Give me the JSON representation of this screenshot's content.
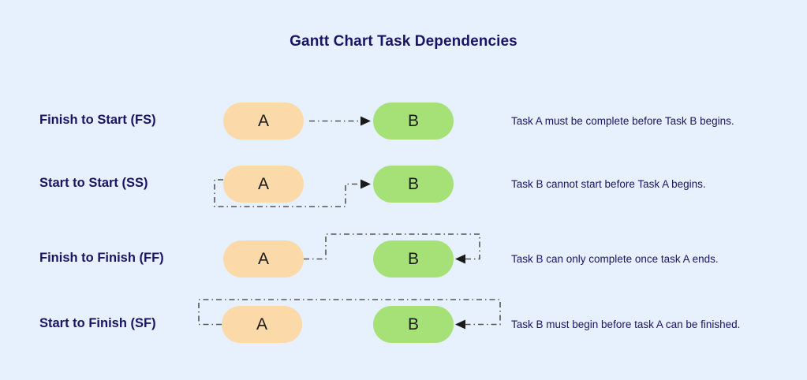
{
  "title": "Gantt Chart Task Dependencies",
  "colors": {
    "background": "#e6f1fd",
    "task_a": "#fbd9a8",
    "task_b": "#a6e178",
    "text": "#1b1464",
    "connector": "#555555"
  },
  "rows": [
    {
      "id": "finish-to-start",
      "label": "Finish to Start (FS)",
      "task_a": "A",
      "task_b": "B",
      "description": "Task A must be complete before Task B begins."
    },
    {
      "id": "start-to-start",
      "label": "Start to Start (SS)",
      "task_a": "A",
      "task_b": "B",
      "description": "Task B cannot start before Task A begins."
    },
    {
      "id": "finish-to-finish",
      "label": "Finish to Finish (FF)",
      "task_a": "A",
      "task_b": "B",
      "description": "Task B can only complete once task A ends."
    },
    {
      "id": "start-to-finish",
      "label": "Start to Finish (SF)",
      "task_a": "A",
      "task_b": "B",
      "description": "Task B must begin before task A can be finished."
    }
  ],
  "chart_data": {
    "type": "diagram",
    "title": "Gantt Chart Task Dependencies",
    "dependency_types": [
      {
        "code": "FS",
        "name": "Finish to Start",
        "from": "A",
        "to": "B",
        "from_anchor": "finish",
        "to_anchor": "start",
        "description": "Task A must be complete before Task B begins."
      },
      {
        "code": "SS",
        "name": "Start to Start",
        "from": "A",
        "to": "B",
        "from_anchor": "start",
        "to_anchor": "start",
        "description": "Task B cannot start before Task A begins."
      },
      {
        "code": "FF",
        "name": "Finish to Finish",
        "from": "A",
        "to": "B",
        "from_anchor": "finish",
        "to_anchor": "finish",
        "description": "Task B can only complete once task A ends."
      },
      {
        "code": "SF",
        "name": "Start to Finish",
        "from": "A",
        "to": "B",
        "from_anchor": "start",
        "to_anchor": "finish",
        "description": "Task B must begin before task A can be finished."
      }
    ]
  }
}
